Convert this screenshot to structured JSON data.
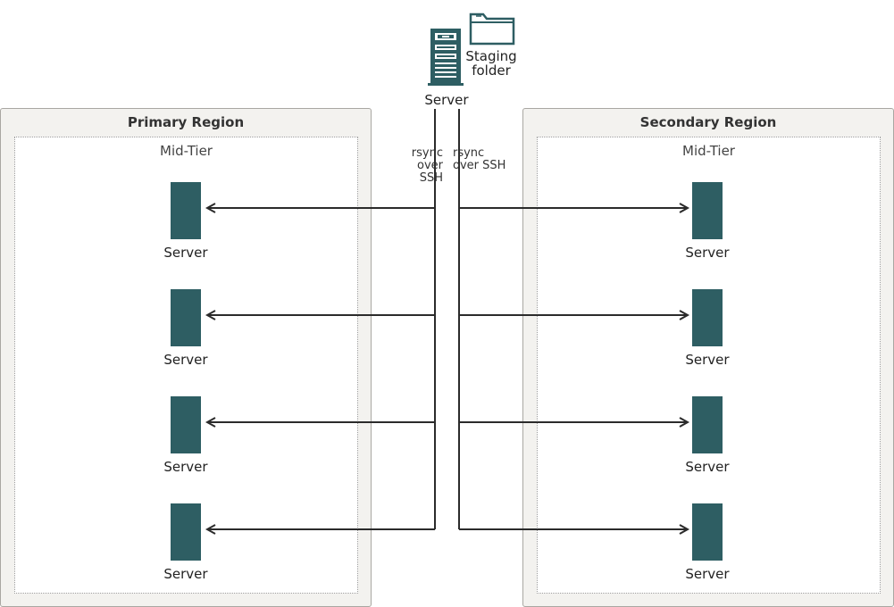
{
  "top": {
    "server_label": "Server",
    "staging_label_line1": "Staging",
    "staging_label_line2": "folder"
  },
  "connections": {
    "left_line1": "rsync",
    "left_line2": "over SSH",
    "right_line1": "rsync",
    "right_line2": "over SSH"
  },
  "primary": {
    "title": "Primary Region",
    "midtier_label": "Mid-Tier",
    "servers": [
      "Server",
      "Server",
      "Server",
      "Server"
    ]
  },
  "secondary": {
    "title": "Secondary Region",
    "midtier_label": "Mid-Tier",
    "servers": [
      "Server",
      "Server",
      "Server",
      "Server"
    ]
  },
  "colors": {
    "server_icon": "#2e5e63",
    "region_bg": "#f3f2ef",
    "line": "#2b2b2b"
  }
}
